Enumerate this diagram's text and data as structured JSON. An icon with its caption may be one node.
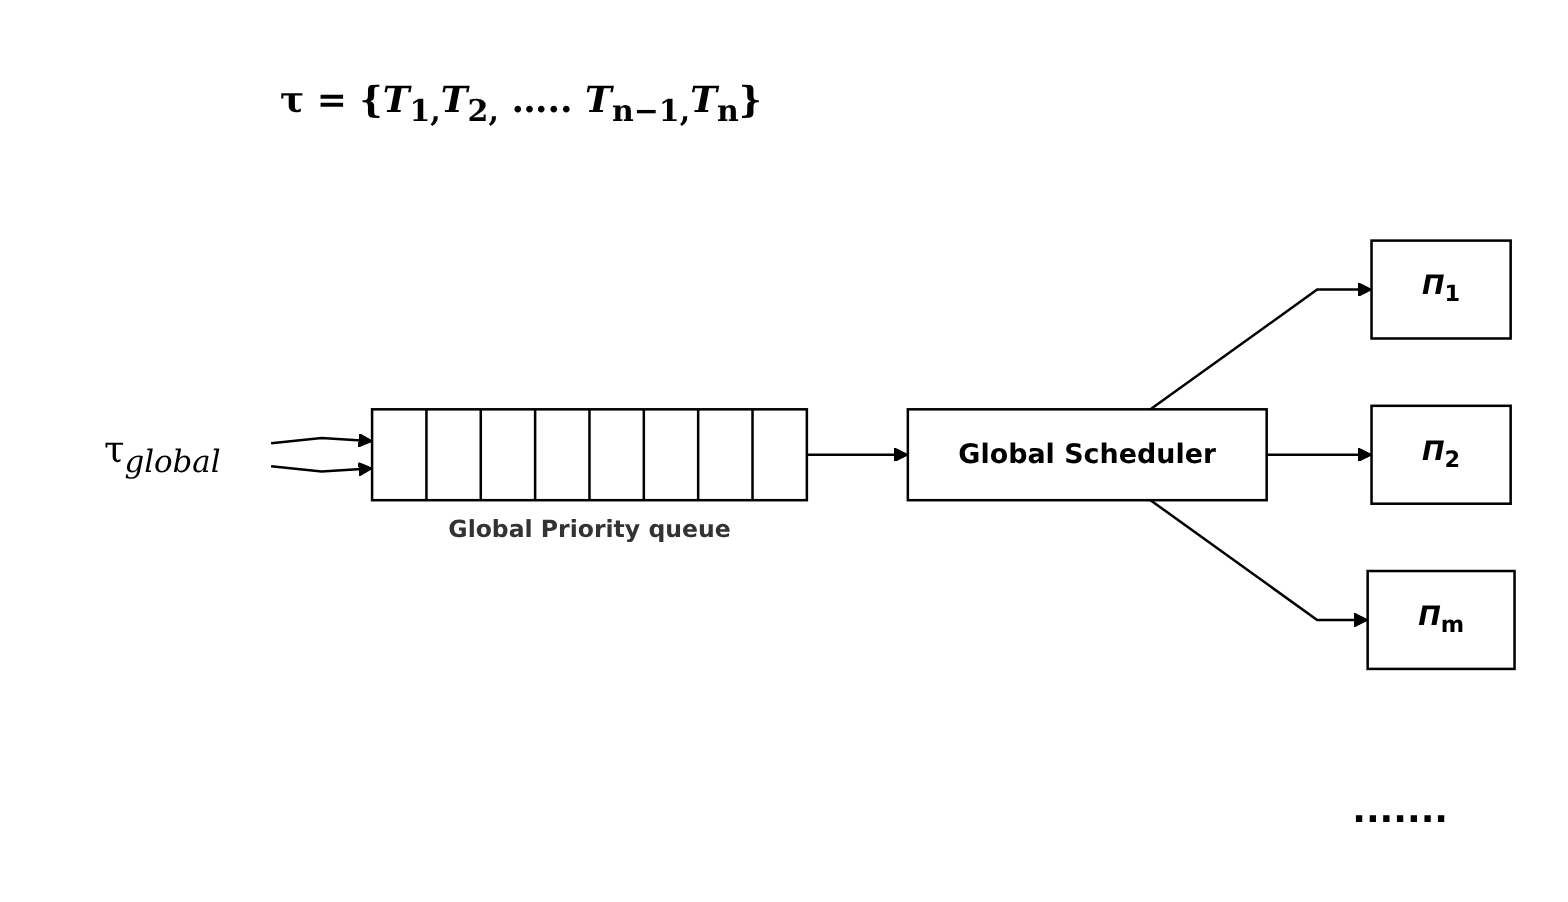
{
  "diagram": {
    "nodes": [
      {
        "text": [
          "τ$_{global}$"
        ]
      },
      {
        "text": [],
        "shape": "box",
        "beside": [
          "Global Priority queue"
        ]
      },
      {
        "text": [
          "Global Scheduler"
        ]
      },
      {
        "text": [
          "*Π*$_{1}$"
        ]
      },
      {
        "text": [
          "*Π*$_{2}$"
        ]
      },
      {
        "text": [
          "*Π*$_{m}$"
        ]
      }
    ],
    "edges": [
      {
        "from": 0,
        "to": 1,
        "arrow": "to"
      },
      {
        "from": 0,
        "to": 1,
        "arrow": "to"
      },
      {
        "from": 1,
        "to": 2,
        "arrow": "to"
      },
      {
        "from": 2,
        "to": 3,
        "arrow": "to"
      },
      {
        "from": 2,
        "to": 4,
        "arrow": "to"
      },
      {
        "from": 2,
        "to": 5,
        "arrow": "to"
      }
    ],
    "labels": [
      "τ = {*T*$_{1,}$*T*$_{2,}$ ….. *T*$_{n−1,}$*T*$_{n}$}",
      "......."
    ]
  }
}
